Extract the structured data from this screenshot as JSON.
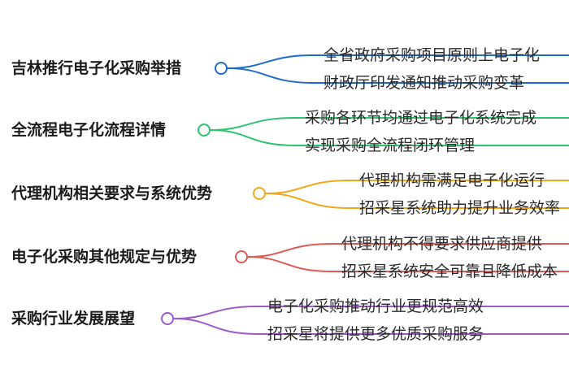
{
  "branches": [
    {
      "label": "吉林推行电子化采购举措",
      "color": "#1f6bc9",
      "children": [
        "全省政府采购项目原则上电子化",
        "财政厅印发通知推动采购变革"
      ]
    },
    {
      "label": "全流程电子化流程详情",
      "color": "#2ec36e",
      "children": [
        "采购各环节均通过电子化系统完成",
        "实现采购全流程闭环管理"
      ]
    },
    {
      "label": "代理机构相关要求与系统优势",
      "color": "#f0a81a",
      "children": [
        "代理机构需满足电子化运行",
        "招采星系统助力提升业务效率"
      ]
    },
    {
      "label": "电子化采购其他规定与优势",
      "color": "#e05a55",
      "children": [
        "代理机构不得要求供应商提供",
        "招采星系统安全可靠且降低成本"
      ]
    },
    {
      "label": "采购行业发展展望",
      "color": "#9c5ac8",
      "children": [
        "电子化采购推动行业更规范高效",
        "招采星将提供更多优质采购服务"
      ]
    }
  ]
}
